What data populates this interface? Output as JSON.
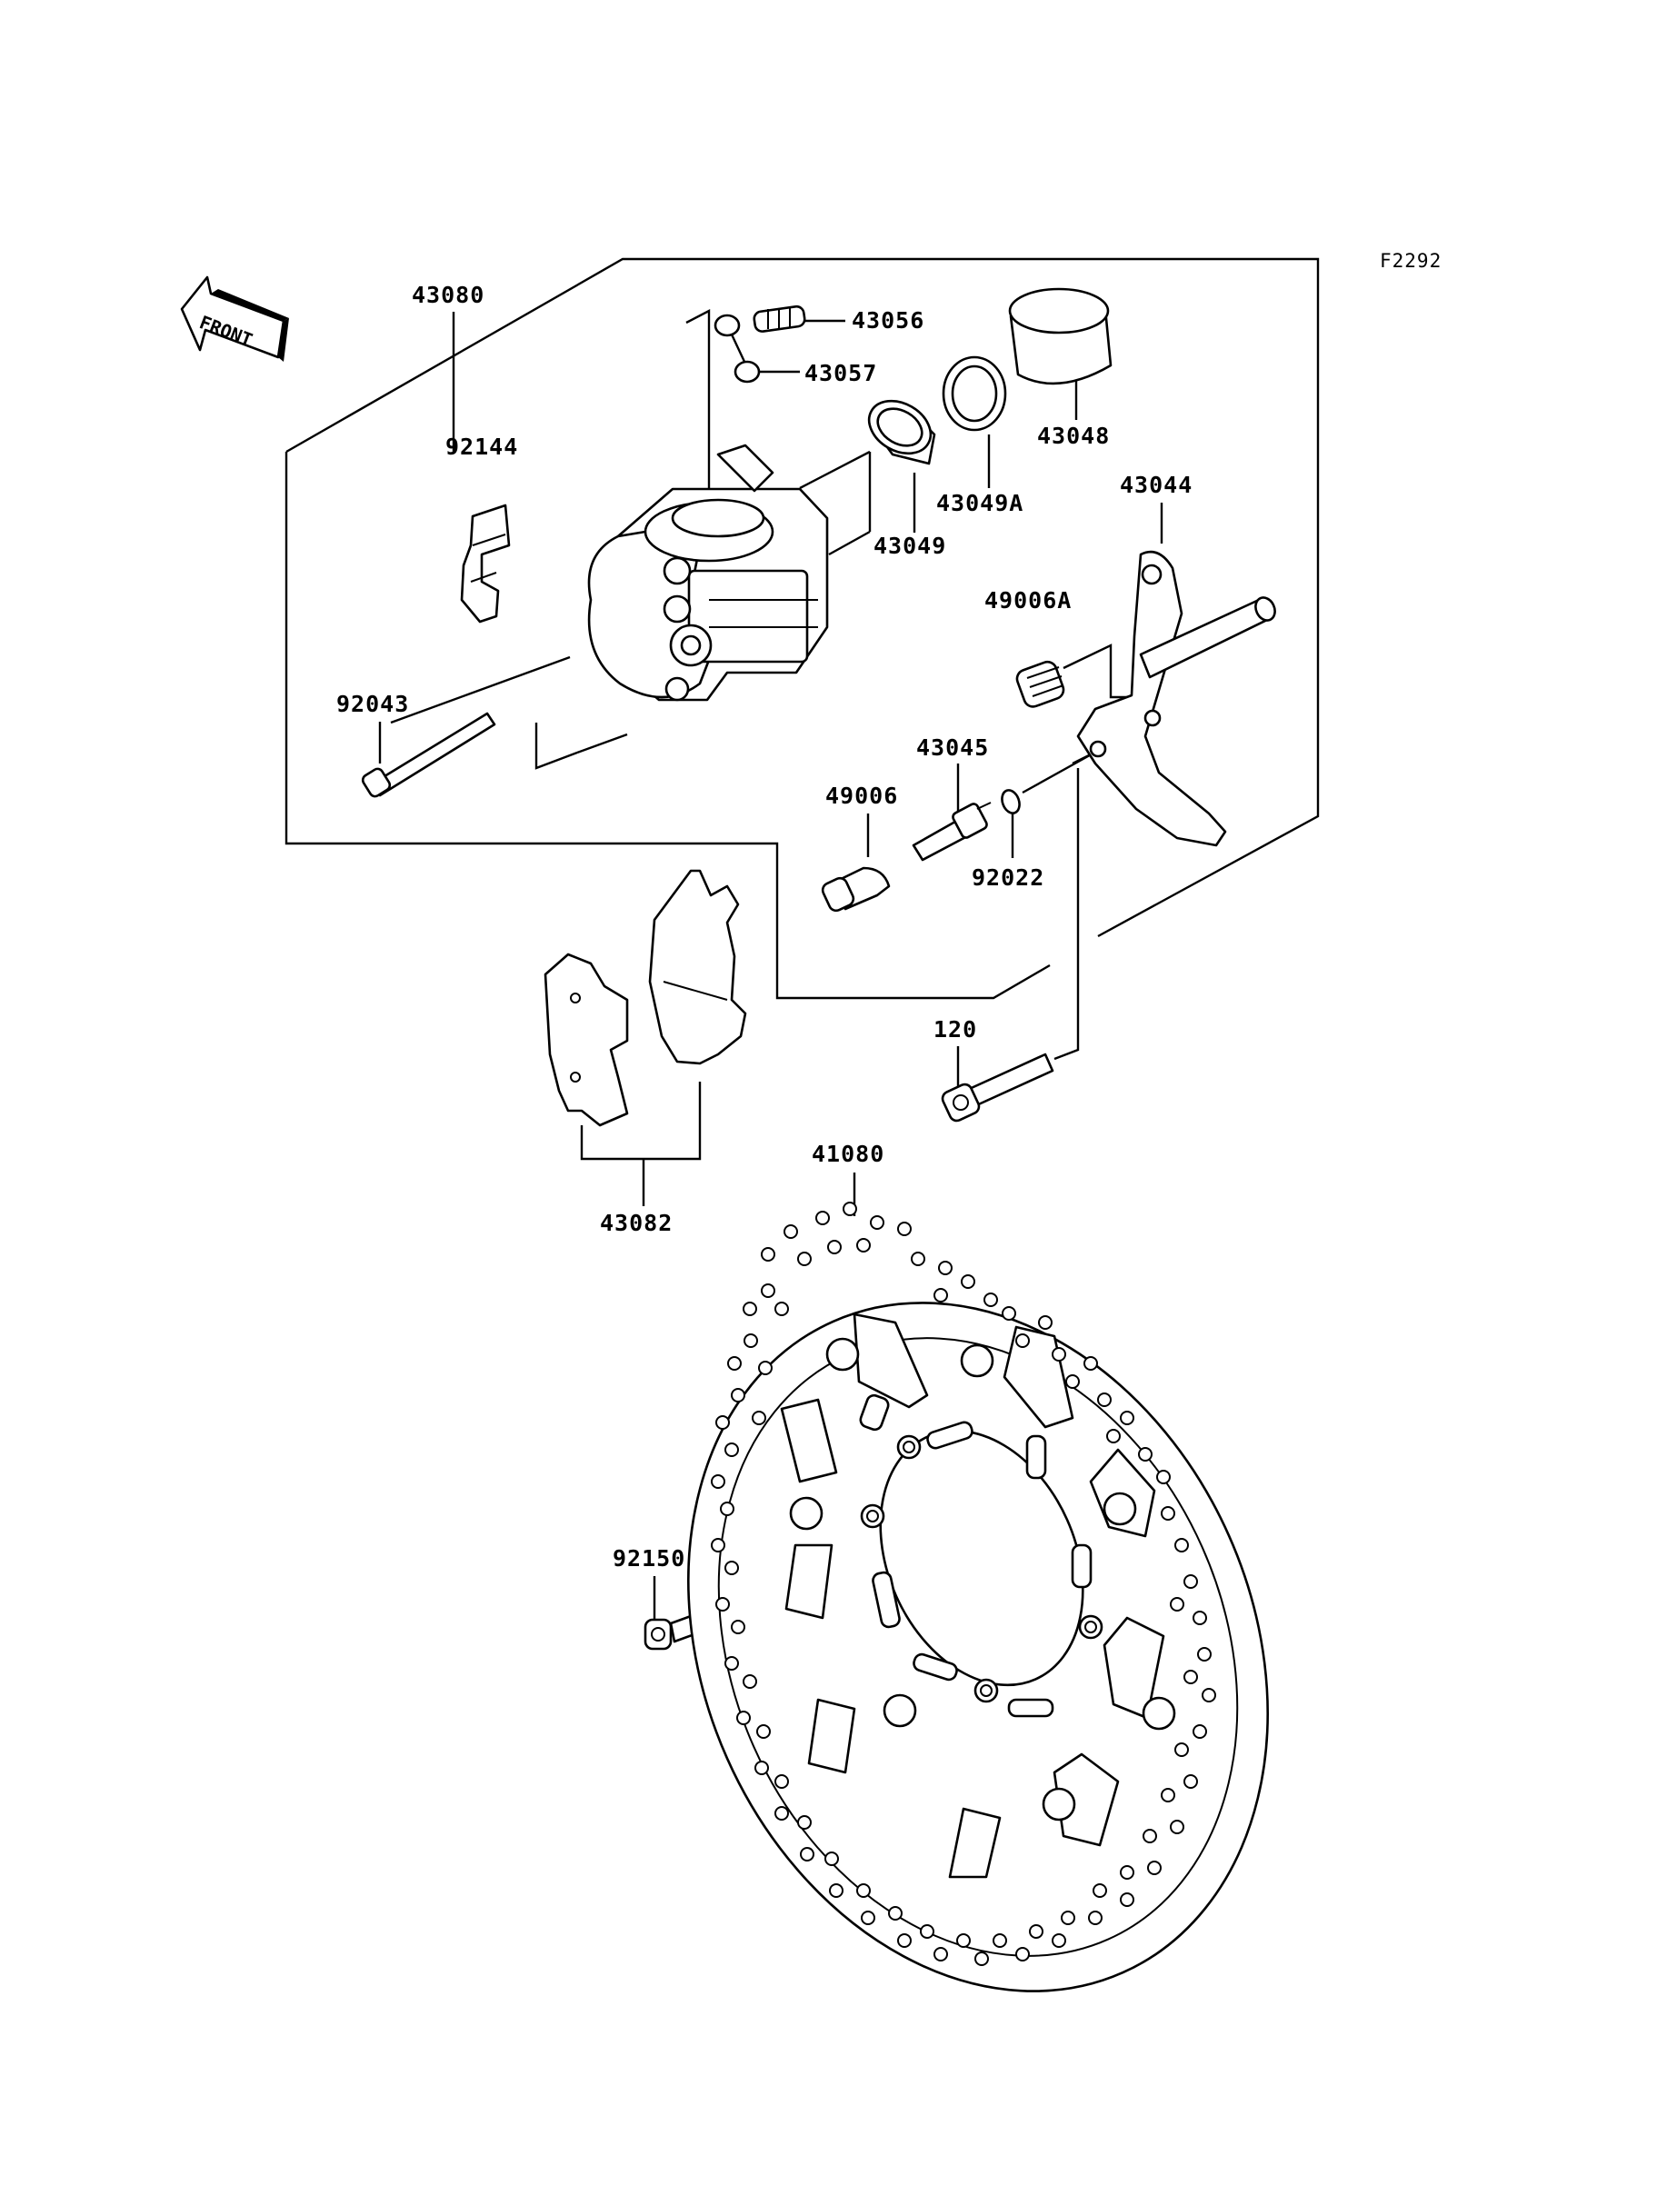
{
  "diagram": {
    "code": "F2292",
    "front_label": "FRONT",
    "parts": [
      {
        "id": "p43080",
        "label": "43080"
      },
      {
        "id": "p43056",
        "label": "43056"
      },
      {
        "id": "p43057",
        "label": "43057"
      },
      {
        "id": "p43048",
        "label": "43048"
      },
      {
        "id": "p92144",
        "label": "92144"
      },
      {
        "id": "p43049A",
        "label": "43049A"
      },
      {
        "id": "p43044",
        "label": "43044"
      },
      {
        "id": "p43049",
        "label": "43049"
      },
      {
        "id": "p49006A",
        "label": "49006A"
      },
      {
        "id": "p92043",
        "label": "92043"
      },
      {
        "id": "p43045",
        "label": "43045"
      },
      {
        "id": "p49006",
        "label": "49006"
      },
      {
        "id": "p92022",
        "label": "92022"
      },
      {
        "id": "p120",
        "label": "120"
      },
      {
        "id": "p41080",
        "label": "41080"
      },
      {
        "id": "p43082",
        "label": "43082"
      },
      {
        "id": "p92150",
        "label": "92150"
      }
    ]
  }
}
